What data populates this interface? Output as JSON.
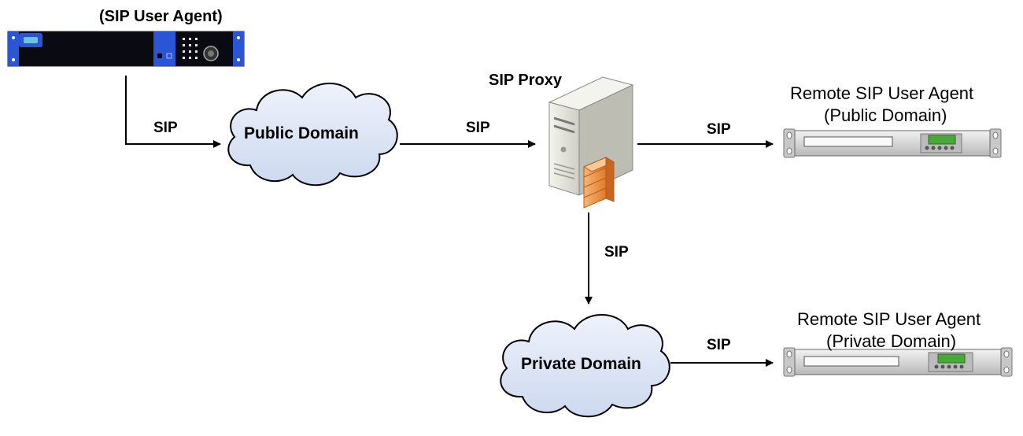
{
  "sip_user_agent": {
    "title": "(SIP User Agent)"
  },
  "public_domain": {
    "label": "Public Domain"
  },
  "private_domain": {
    "label": "Private Domain"
  },
  "sip_proxy": {
    "title": "SIP Proxy"
  },
  "remote_public": {
    "line1": "Remote SIP User Agent",
    "line2": "(Public Domain)"
  },
  "remote_private": {
    "line1": "Remote SIP User Agent",
    "line2": "(Private Domain)"
  },
  "links": {
    "ua_to_public": "SIP",
    "public_to_proxy": "SIP",
    "proxy_to_remote_public": "SIP",
    "proxy_to_private": "SIP",
    "private_to_remote_private": "SIP"
  },
  "colors": {
    "device_blue": "#2a56d6",
    "device_black": "#0a0a12",
    "cloud_fill": "#dde6f5",
    "server_body": "#e8e8e0",
    "firewall_orange": "#f2a25a",
    "rack_gray": "#d4d4d4",
    "lcd_green": "#4aa83a"
  }
}
